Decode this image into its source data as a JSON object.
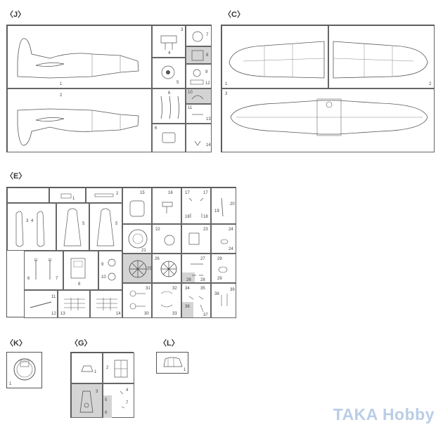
{
  "sections": {
    "J": "〈J〉",
    "C": "〈C〉",
    "E": "〈E〉",
    "K": "〈K〉",
    "G": "〈G〉",
    "L": "〈L〉"
  },
  "sprue_J": {
    "parts": [
      "1",
      "2",
      "3",
      "4",
      "5",
      "6",
      "7",
      "8",
      "9",
      "10",
      "11",
      "12",
      "13",
      "14"
    ]
  },
  "sprue_C": {
    "parts": [
      "1",
      "2",
      "3"
    ]
  },
  "sprue_E": {
    "parts": [
      "1",
      "2",
      "3",
      "4",
      "5",
      "6",
      "7",
      "8",
      "9",
      "10",
      "11",
      "12",
      "13",
      "14",
      "15",
      "16",
      "17",
      "18",
      "19",
      "20",
      "21",
      "22",
      "23",
      "24",
      "25",
      "26",
      "27",
      "28",
      "29",
      "30",
      "31",
      "32",
      "33",
      "34",
      "35",
      "36",
      "37",
      "38",
      "39"
    ]
  },
  "sprue_K": {
    "parts": [
      "1"
    ]
  },
  "sprue_G": {
    "parts": [
      "1",
      "2",
      "3",
      "4",
      "5",
      "6",
      "7"
    ]
  },
  "sprue_L": {
    "parts": [
      "1"
    ]
  },
  "watermark": "TAKA Hobby"
}
